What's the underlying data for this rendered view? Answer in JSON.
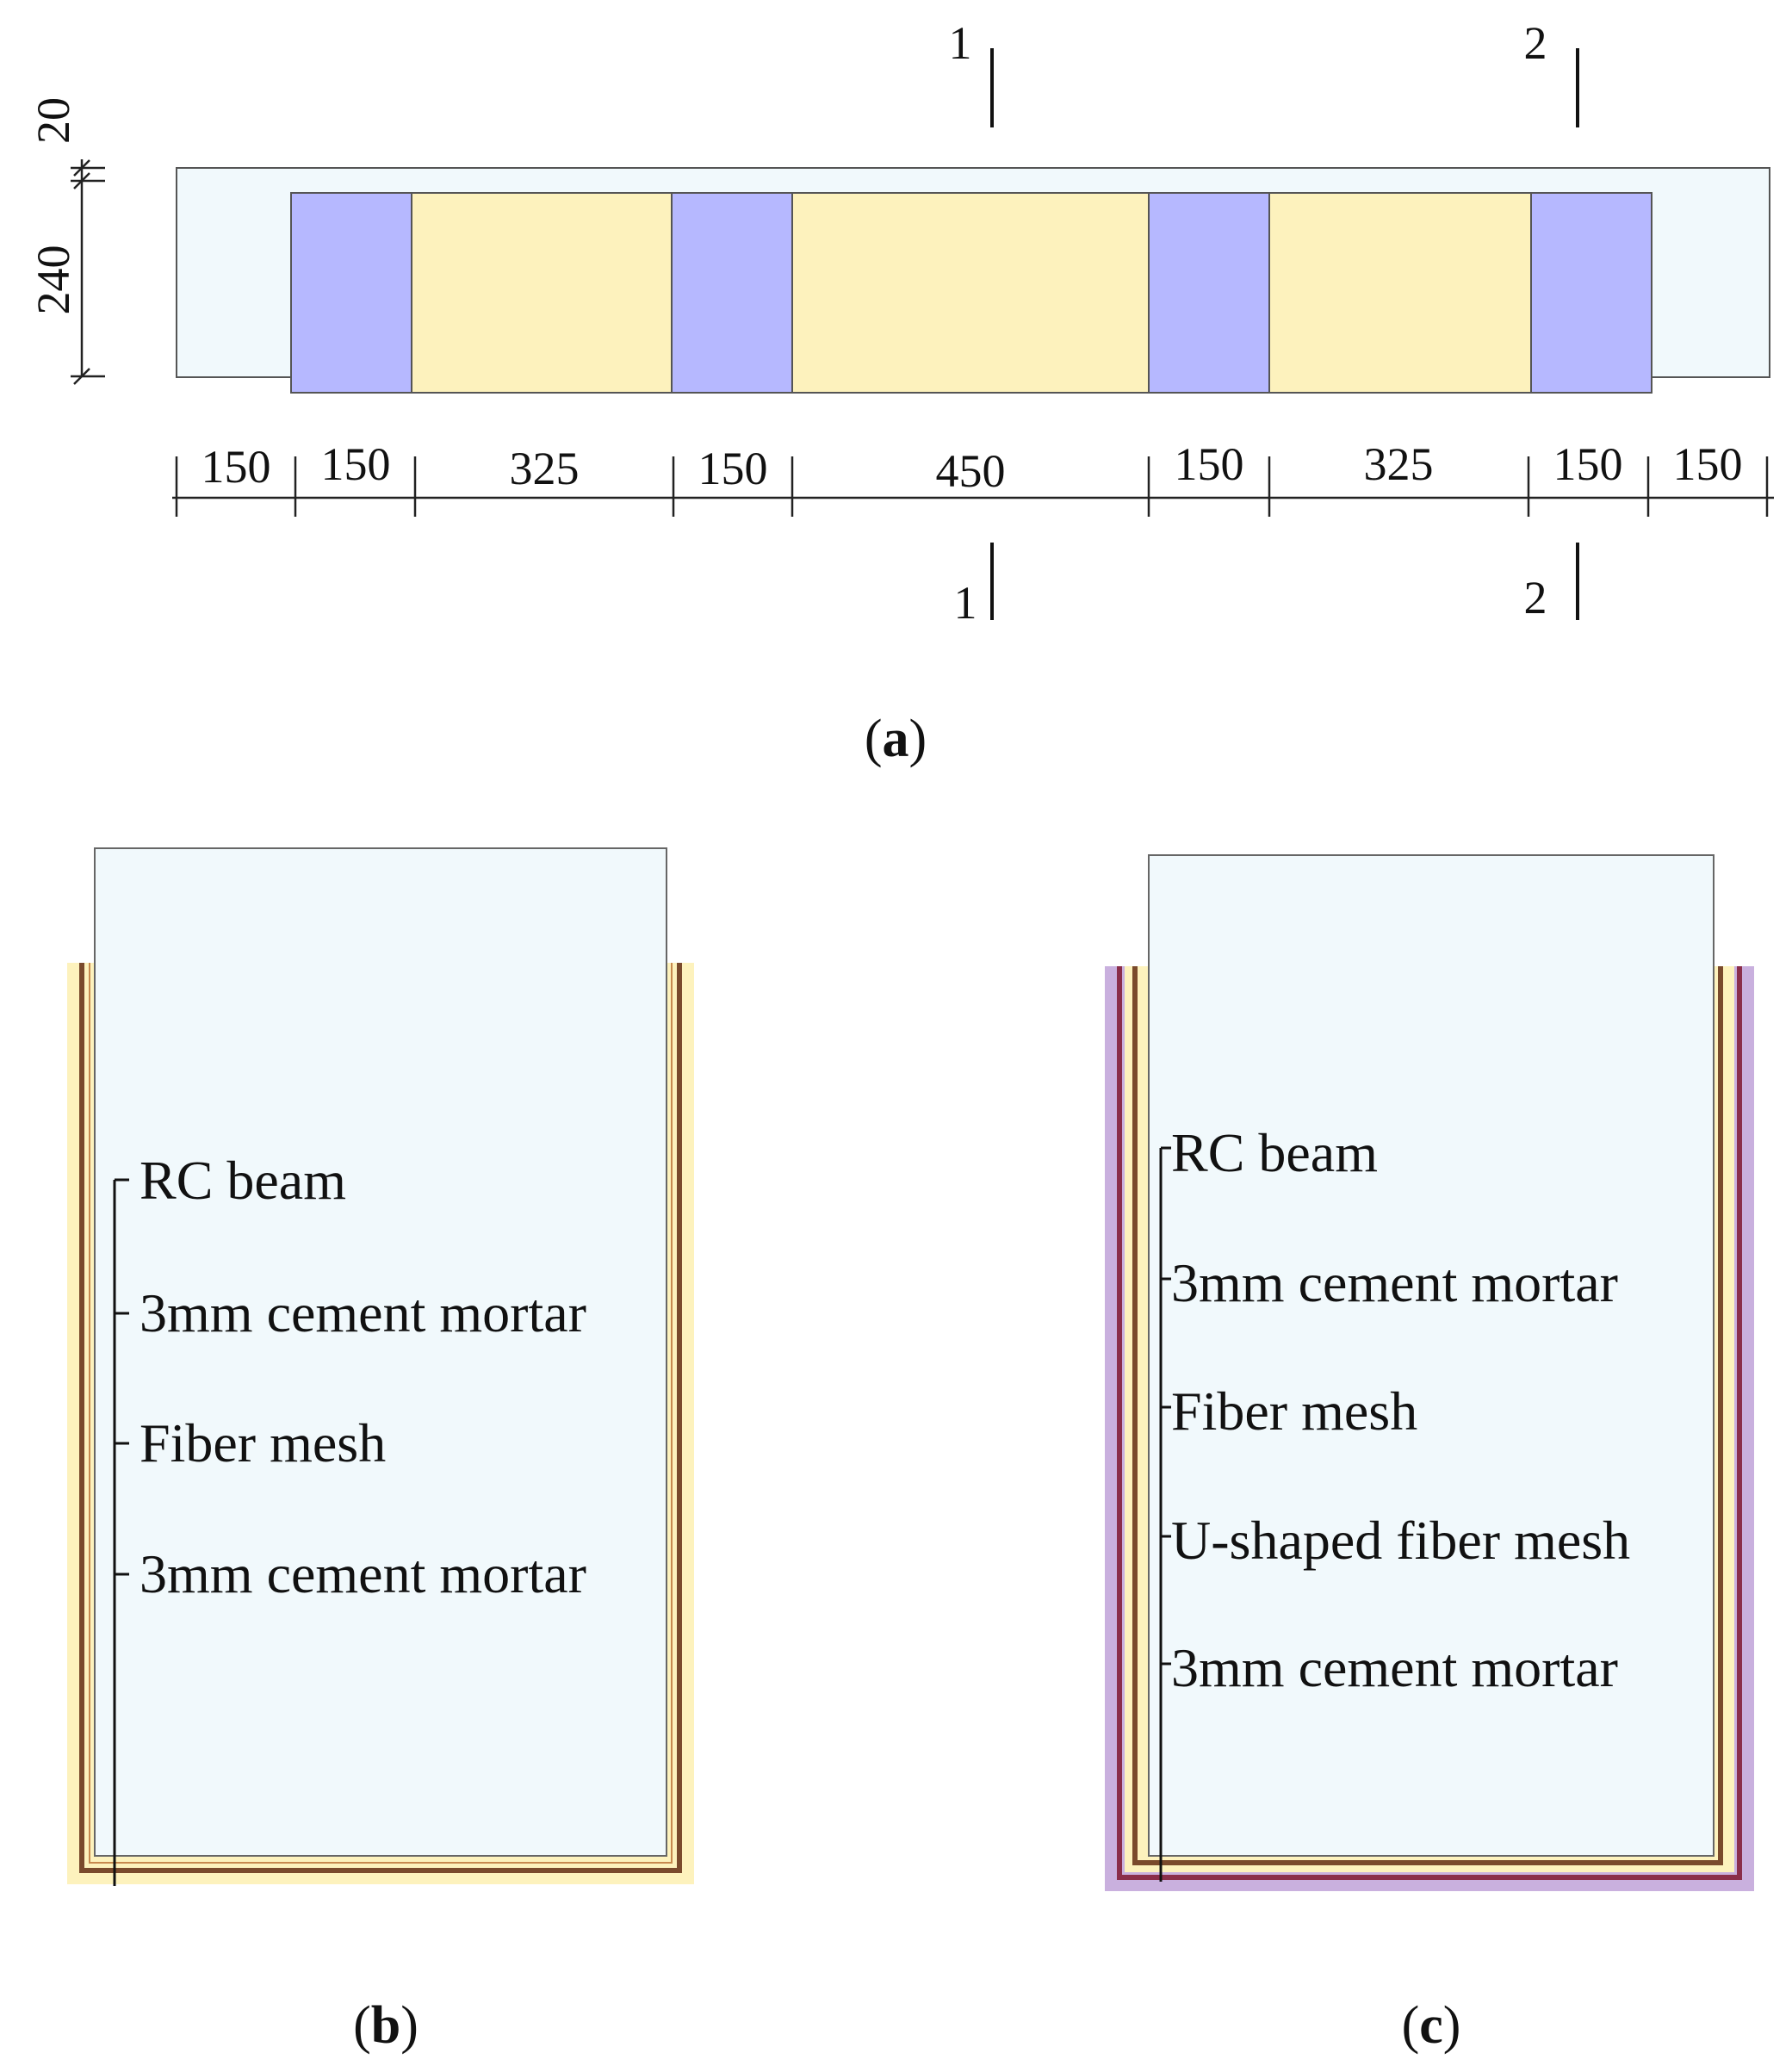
{
  "colors": {
    "beam": "#f1f9fc",
    "strip": "#b6b8ff",
    "mortar": "#fdf2bd",
    "fiber": "#7a4a2c",
    "u_mesh": "#c9b0de",
    "line": "#222222"
  },
  "panel_a": {
    "caption": "(a)",
    "caption_letter": "a",
    "height_dims": [
      "20",
      "240"
    ],
    "length_dims": [
      "150",
      "150",
      "325",
      "150",
      "450",
      "150",
      "325",
      "150",
      "150"
    ],
    "section_marks": {
      "s1_top": "1",
      "s1_bottom": "1",
      "s2_top": "2",
      "s2_bottom": "2"
    },
    "zones": [
      "end",
      "strip",
      "gap",
      "strip",
      "gap",
      "strip",
      "gap",
      "strip",
      "end"
    ]
  },
  "panel_b": {
    "caption": "(b)",
    "caption_letter": "b",
    "labels": [
      "RC beam",
      "3mm cement mortar",
      "Fiber mesh",
      "3mm cement mortar"
    ]
  },
  "panel_c": {
    "caption": "(c)",
    "caption_letter": "c",
    "labels": [
      "RC beam",
      "3mm cement mortar",
      "Fiber mesh",
      "U-shaped fiber mesh",
      "3mm cement mortar"
    ]
  }
}
